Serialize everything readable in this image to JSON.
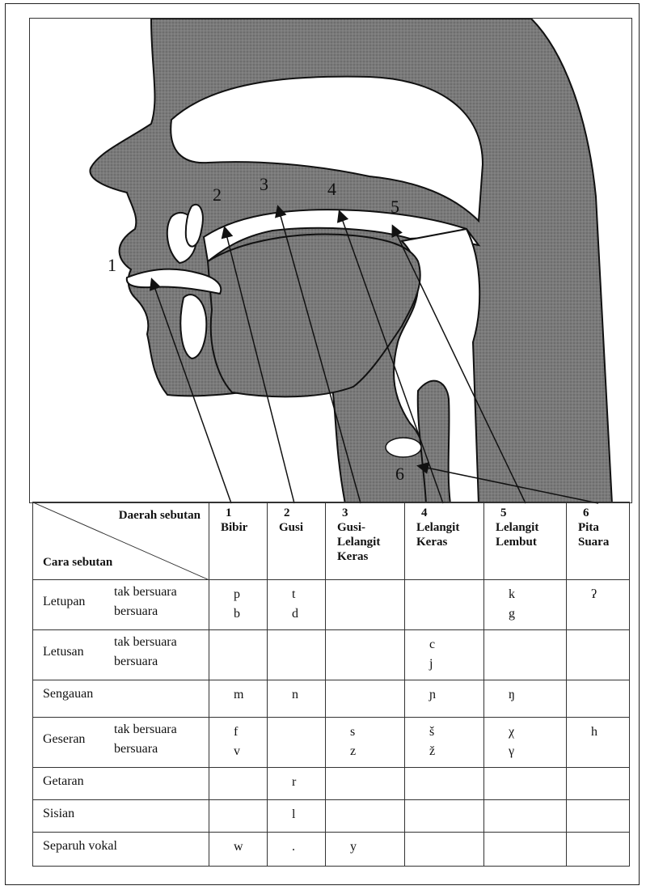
{
  "diagram": {
    "point_labels": [
      "1",
      "2",
      "3",
      "4",
      "5",
      "6"
    ]
  },
  "table": {
    "corner_top": "Daerah sebutan",
    "corner_bottom": "Cara sebutan",
    "columns": [
      {
        "num": "1",
        "name": "Bibir"
      },
      {
        "num": "2",
        "name": "Gusi"
      },
      {
        "num": "3",
        "name": "Gusi-\nLelangit\nKeras"
      },
      {
        "num": "4",
        "name": "Lelangit\nKeras"
      },
      {
        "num": "5",
        "name": "Lelangit\nLembut"
      },
      {
        "num": "6",
        "name": "Pita\nSuara"
      }
    ],
    "rows": [
      {
        "label": "Letupan",
        "sub": [
          "tak bersuara",
          "bersuara"
        ],
        "cells": [
          [
            "p",
            "b"
          ],
          [
            "t",
            "d"
          ],
          [],
          [],
          [
            "k",
            "g"
          ],
          [
            "ʔ"
          ]
        ]
      },
      {
        "label": "Letusan",
        "sub": [
          "tak bersuara",
          "bersuara"
        ],
        "cells": [
          [],
          [],
          [],
          [
            "c",
            "j"
          ],
          [],
          []
        ]
      },
      {
        "label": "Sengauan",
        "sub": [],
        "cells": [
          [
            "m"
          ],
          [
            "n"
          ],
          [],
          [
            "ɲ"
          ],
          [
            "ŋ"
          ],
          []
        ]
      },
      {
        "label": "Geseran",
        "sub": [
          "tak bersuara",
          "bersuara"
        ],
        "cells": [
          [
            "f",
            "v"
          ],
          [],
          [
            "s",
            "z"
          ],
          [
            "š",
            "ž"
          ],
          [
            "χ",
            "γ"
          ],
          [
            "h"
          ]
        ]
      },
      {
        "label": "Getaran",
        "sub": [],
        "cells": [
          [],
          [
            "r"
          ],
          [],
          [],
          [],
          []
        ]
      },
      {
        "label": "Sisian",
        "sub": [],
        "cells": [
          [],
          [
            "l"
          ],
          [],
          [],
          [],
          []
        ]
      },
      {
        "label": "Separuh vokal",
        "sub": [],
        "cells": [
          [
            "w"
          ],
          [
            "."
          ],
          [
            "y"
          ],
          [],
          [],
          []
        ]
      }
    ]
  }
}
